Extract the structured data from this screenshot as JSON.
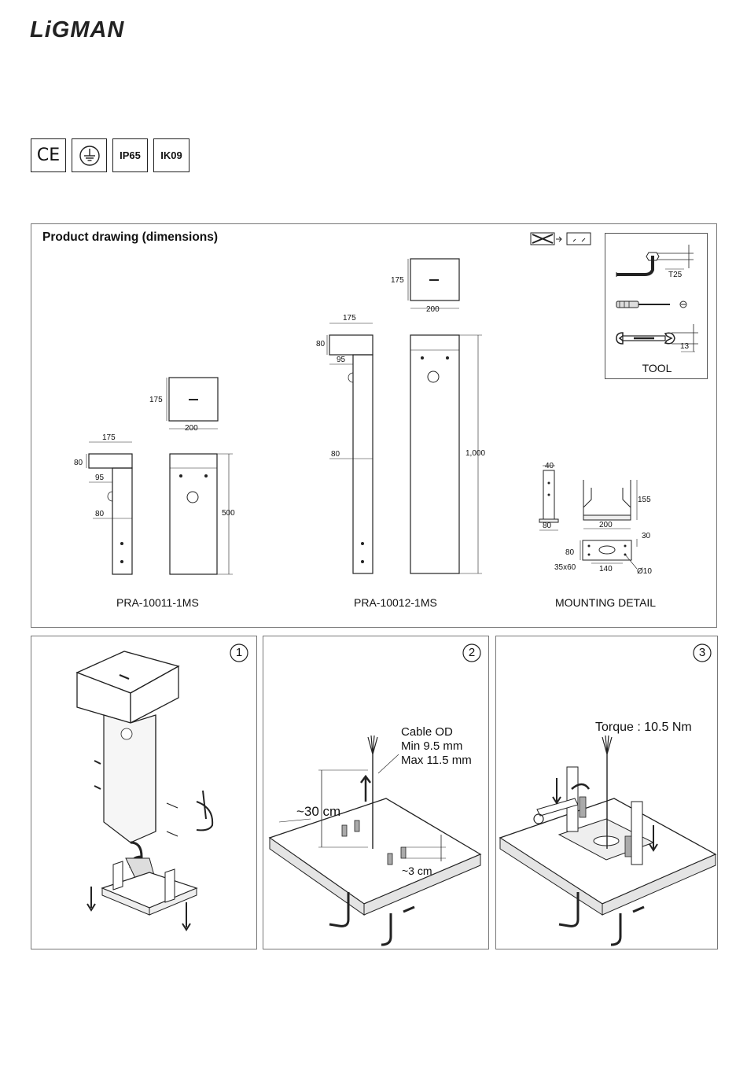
{
  "brand": {
    "logo_text": "LiGMAN"
  },
  "certifications": [
    {
      "icon": "ce-mark-icon",
      "label": "CE"
    },
    {
      "icon": "class-1-earth-icon",
      "label": ""
    },
    {
      "icon": "ip-rating-badge",
      "label": "IP65"
    },
    {
      "icon": "ik-rating-badge",
      "label": "IK09"
    }
  ],
  "product_drawing": {
    "title": "Product drawing (dimensions)",
    "models": [
      {
        "name": "PRA-10011-1MS",
        "head_width": "175",
        "head_height": "80",
        "arm_offset": "95",
        "pole_width": "80",
        "top_depth": "175",
        "top_width": "200",
        "height": "500"
      },
      {
        "name": "PRA-10012-1MS",
        "head_width": "175",
        "head_height": "80",
        "arm_offset": "95",
        "pole_width": "80",
        "top_depth": "175",
        "top_width": "200",
        "height": "1,000"
      }
    ],
    "mounting": {
      "label": "MOUNTING DETAIL",
      "dims": {
        "a": "40",
        "b": "80",
        "c": "200",
        "d": "155",
        "e": "30",
        "f": "80",
        "g": "35x60",
        "h": "140",
        "i": "Ø10"
      }
    },
    "tool_box": {
      "label": "TOOL",
      "items": [
        {
          "icon": "torx-key-icon",
          "size": "T25"
        },
        {
          "icon": "screwdriver-icon",
          "size": "⊖"
        },
        {
          "icon": "wrench-icon",
          "size": "13"
        }
      ]
    }
  },
  "steps": [
    {
      "number": "1"
    },
    {
      "number": "2",
      "cable_label_1": "Cable OD",
      "cable_label_2": "Min 9.5 mm",
      "cable_label_3": "Max 11.5 mm",
      "length_label": "~30 cm",
      "protrusion_label": "~3 cm"
    },
    {
      "number": "3",
      "torque_label": "Torque : 10.5 Nm"
    }
  ]
}
